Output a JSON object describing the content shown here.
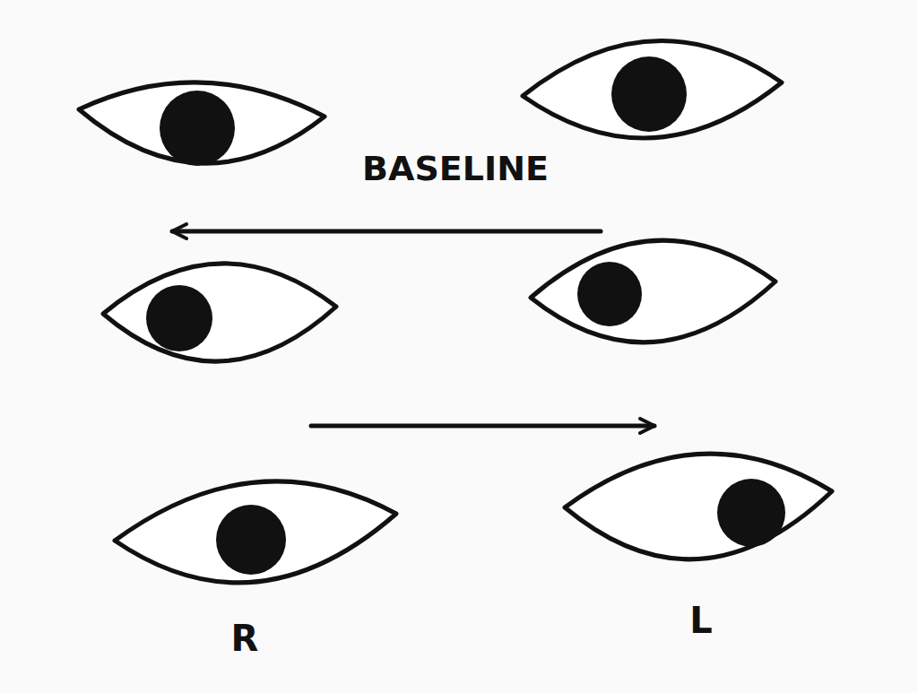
{
  "diagram": {
    "labels": [
      "BASELINE",
      "R",
      "L"
    ]
  }
}
